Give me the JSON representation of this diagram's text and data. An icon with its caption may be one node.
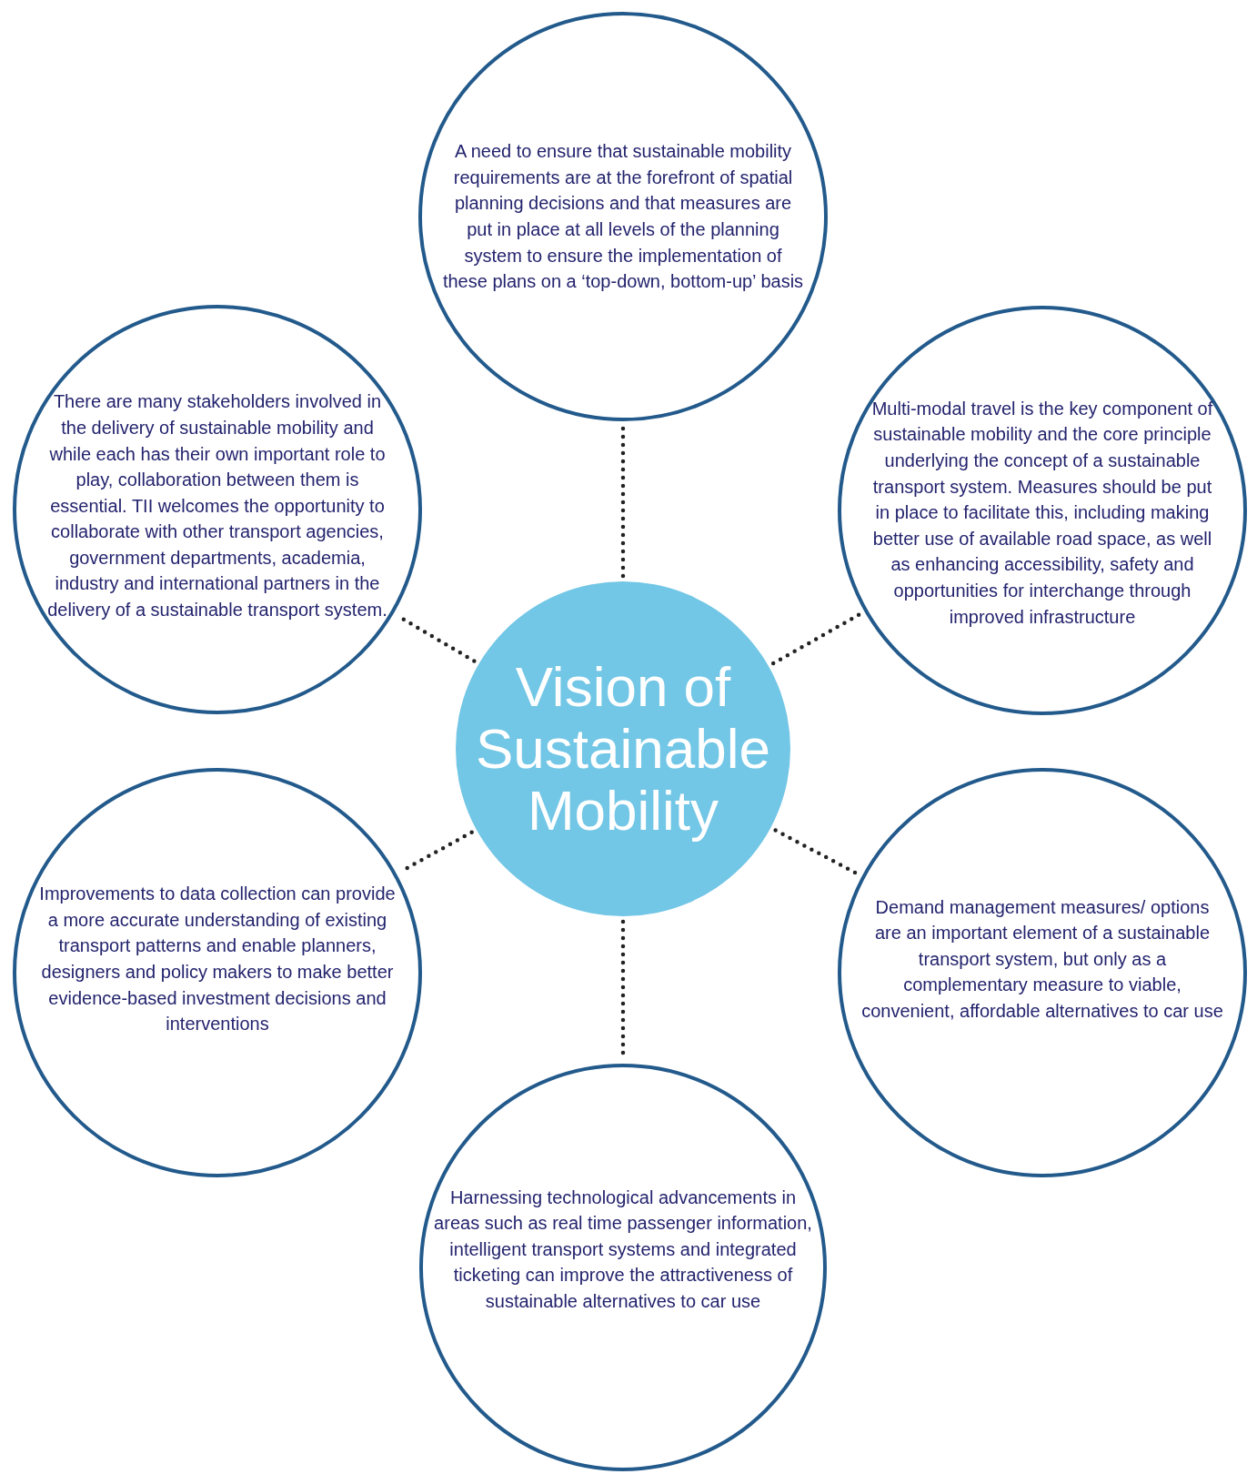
{
  "diagram": {
    "nodes": [
      {
        "text": [
          "A need to ensure that sustainable mobility requirements are at the forefront of spatial planning decisions and that measures are put in place at all levels of the planning system to ensure the implementation of these plans on a ‘top-down, bottom-up’ basis"
        ]
      },
      {
        "text": [
          "There are many stakeholders involved in the delivery of sustainable mobility and while each has their own important role to play, collaboration between them is essential. TII welcomes the opportunity to collaborate with other transport agencies, government departments, academia, industry and international partners in the delivery of a sustainable transport system."
        ]
      },
      {
        "text": [
          "Multi-modal travel is the key component of sustainable mobility and the core principle underlying the concept of a sustainable transport system. Measures should be put in place to facilitate this, including making better use of available road space, as well as enhancing accessibility, safety and opportunities for interchange through improved infrastructure"
        ]
      },
      {
        "text": [
          "Vision of Sustainable Mobility"
        ]
      },
      {
        "text": [
          "Improvements to data collection can provide a more accurate understanding of existing transport patterns and enable planners, designers and policy makers to make better evidence-based investment decisions and interventions"
        ]
      },
      {
        "text": [
          "Demand management measures/ options are an important element of a sustainable transport system, but only as a complementary measure to viable, convenient, affordable alternatives to car use"
        ]
      },
      {
        "text": [
          "Harnessing technological advancements in areas such as real time passenger information, intelligent transport systems and integrated ticketing can improve the attractiveness of sustainable alternatives to car use"
        ]
      }
    ],
    "edges": [
      {
        "from": 3,
        "to": 0,
        "arrow": "none",
        "style": "dashed"
      },
      {
        "from": 3,
        "to": 1,
        "arrow": "none",
        "style": "dashed"
      },
      {
        "from": 3,
        "to": 2,
        "arrow": "none",
        "style": "dashed"
      },
      {
        "from": 3,
        "to": 4,
        "arrow": "none",
        "style": "dashed"
      },
      {
        "from": 3,
        "to": 5,
        "arrow": "none",
        "style": "dashed"
      },
      {
        "from": 3,
        "to": 6,
        "arrow": "none",
        "style": "dashed"
      }
    ]
  }
}
